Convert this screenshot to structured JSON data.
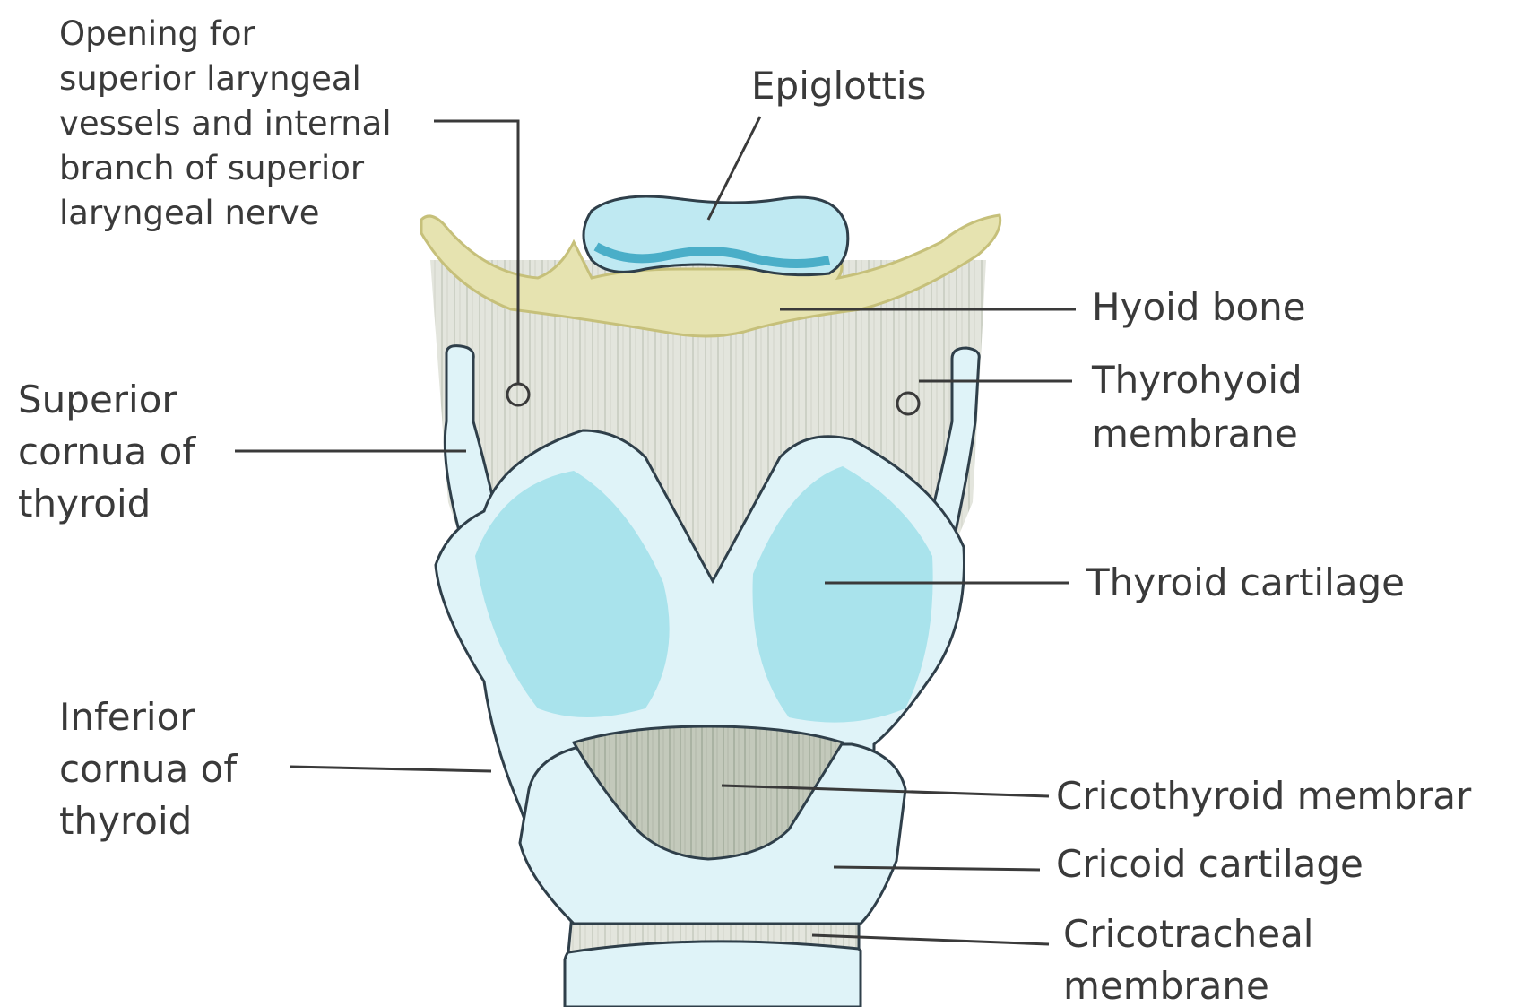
{
  "labels": {
    "opening": [
      "Opening for",
      "superior laryngeal",
      "vessels and internal",
      "branch of superior",
      "laryngeal nerve"
    ],
    "epiglottis": "Epiglottis",
    "hyoid_bone": "Hyoid bone",
    "thyrohyoid_membrane": [
      "Thyrohyoid",
      "membrane"
    ],
    "superior_cornua": [
      "Superior",
      "cornua of",
      "thyroid"
    ],
    "thyroid_cartilage": "Thyroid cartilage",
    "inferior_cornua": [
      "Inferior",
      "cornua of",
      "thyroid"
    ],
    "cricothyroid_membrane": "Cricothyroid membrar",
    "cricoid_cartilage": "Cricoid cartilage",
    "cricotracheal_membrane": [
      "Cricotracheal",
      "membrane"
    ]
  },
  "colors": {
    "cartilage": "#dff3f8",
    "cartilage_plate": "#a9e3ec",
    "epiglottis": "#bfe9f2",
    "epiglottis_rim": "#4aaec8",
    "hyoid": "#e6e3b0",
    "hyoid_outline": "#c6c07a",
    "membrane": "#e3e5dd",
    "cricothyroid_membrane": "#c3c9bb"
  }
}
